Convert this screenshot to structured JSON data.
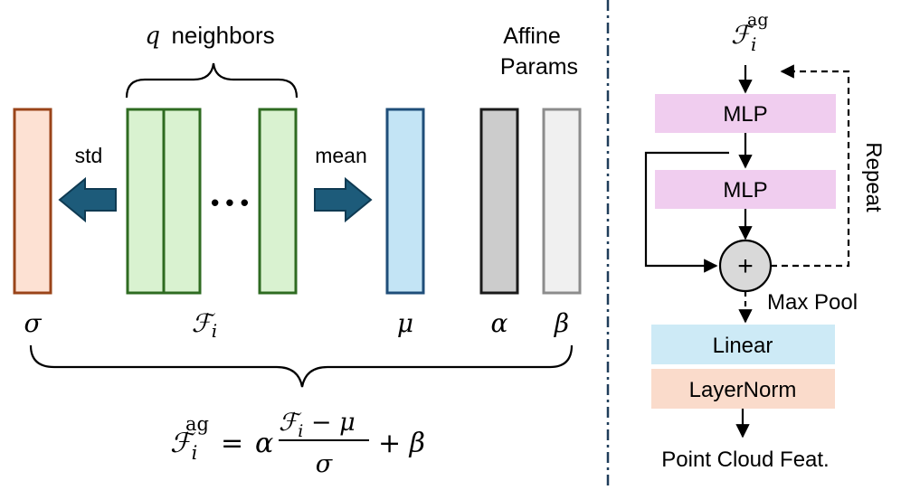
{
  "left_panel": {
    "neighbors_label": {
      "var": "q",
      "text": "neighbors"
    },
    "affine_label": [
      "Affine",
      "Params"
    ],
    "std_label": "std",
    "mean_label": "mean",
    "dots": "• • •",
    "symbols": {
      "sigma": "σ",
      "features": "ℱ",
      "features_sub": "i",
      "mu": "μ",
      "alpha": "α",
      "beta": "β"
    },
    "formula": {
      "lhs": "ℱ",
      "lhs_sub": "i",
      "lhs_sup": "ag",
      "eq": "=",
      "alpha": "α",
      "num": "ℱ",
      "num_sub": "i",
      "num_rest": " − μ",
      "den": "σ",
      "plus": "+ β"
    },
    "colors": {
      "sigma_fill": "#fde1d3",
      "sigma_stroke": "#9a4419",
      "neighbor_fill": "#d9f2d0",
      "neighbor_stroke": "#2e6b21",
      "mu_fill": "#c3e4f5",
      "mu_stroke": "#1f4e79",
      "alpha_fill": "#cccccc",
      "alpha_stroke": "#1a1a1a",
      "beta_fill": "#f0f0f0",
      "beta_stroke": "#8c8c8c",
      "arrow_fill": "#1d5b7a"
    }
  },
  "right_panel": {
    "input_label": "ℱ",
    "input_sub": "i",
    "input_sup": "ag",
    "mlp1": "MLP",
    "mlp2": "MLP",
    "plus": "+",
    "repeat": "Repeat",
    "maxpool": "Max Pool",
    "linear": "Linear",
    "layernorm": "LayerNorm",
    "output": "Point Cloud Feat.",
    "colors": {
      "mlp_fill": "#f0cdef",
      "linear_fill": "#cdeaf6",
      "layernorm_fill": "#fadbcb",
      "plus_fill": "#d9d9d9",
      "divider": "#1f3d5a"
    }
  }
}
